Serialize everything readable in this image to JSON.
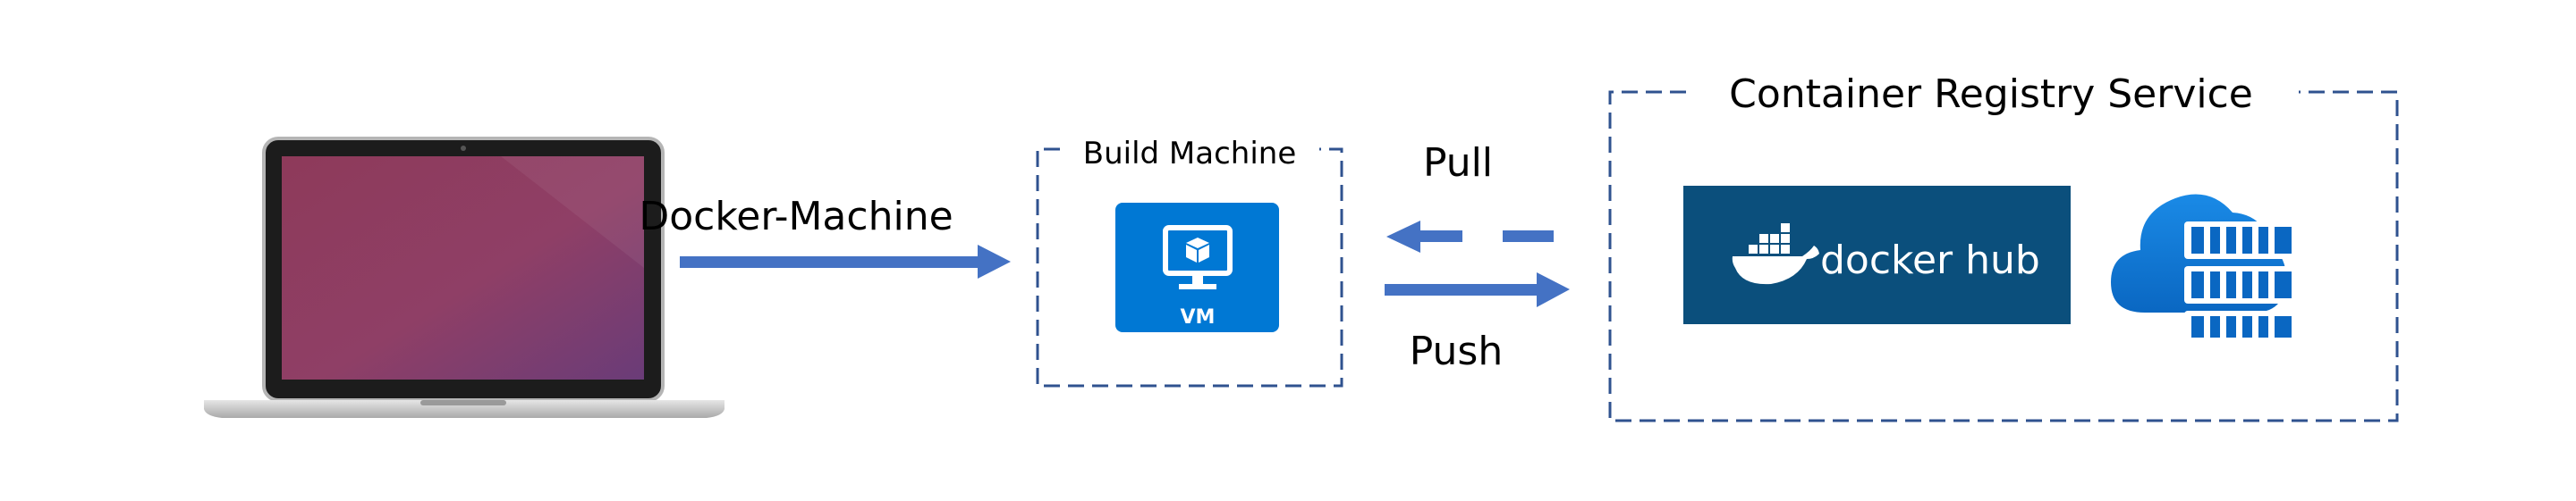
{
  "source": {
    "icon": "laptop-icon",
    "arrow_label": "Docker-Machine"
  },
  "build_machine": {
    "title": "Build Machine",
    "vm_icon": "azure-vm-icon",
    "vm_label": "VM"
  },
  "connections": {
    "pull_label": "Pull",
    "push_label": "Push"
  },
  "registry_service": {
    "title": "Container Registry Service",
    "docker_hub_label": "docker hub",
    "docker_icon": "docker-whale-icon",
    "azure_registry_icon": "azure-container-registry-icon"
  },
  "colors": {
    "arrow": "#4472C4",
    "dashed_border": "#2F528F",
    "azure_blue": "#0078D4",
    "docker_hub_bg": "#0B4F7C"
  }
}
